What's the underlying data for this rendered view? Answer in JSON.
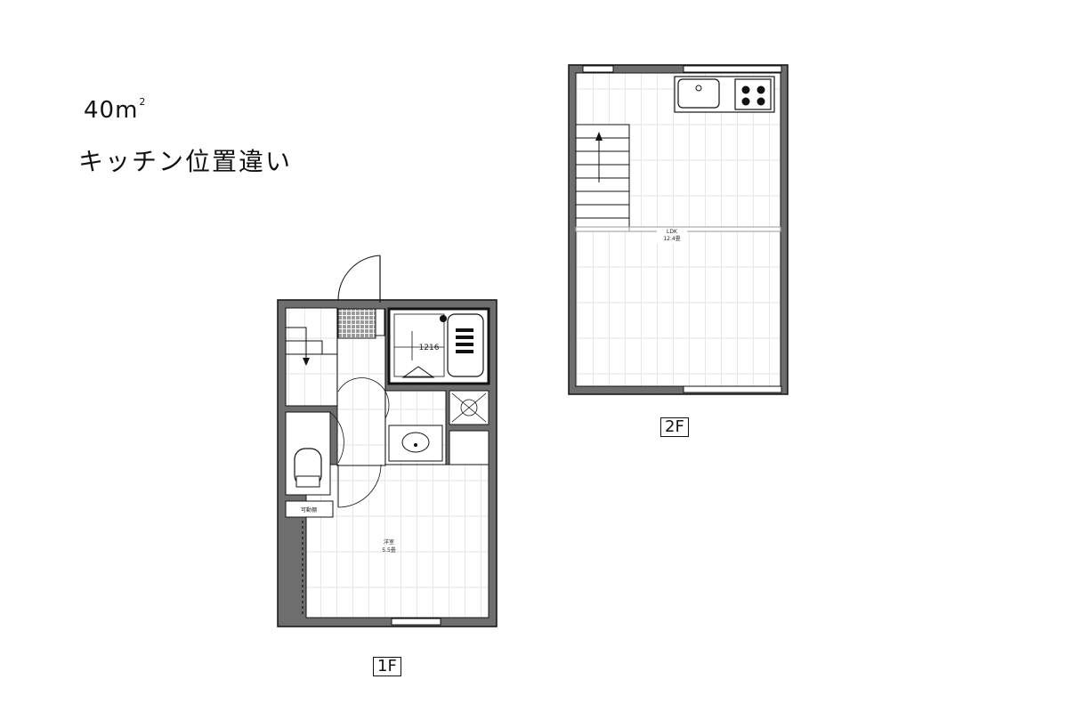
{
  "header": {
    "area": "40m",
    "area_superscript": "2",
    "note": "キッチン位置違い"
  },
  "floors": {
    "upper": {
      "tag": "2F",
      "room_name": "LDK",
      "room_size": "12.4畳"
    },
    "lower": {
      "tag": "1F",
      "room_name": "洋室",
      "room_size": "5.5畳",
      "bath_size": "1216",
      "storage_label": "可動棚"
    }
  },
  "colors": {
    "wall": "#6e6e6e",
    "wall_outline": "#111111",
    "floor_line": "#c9c9c9"
  }
}
